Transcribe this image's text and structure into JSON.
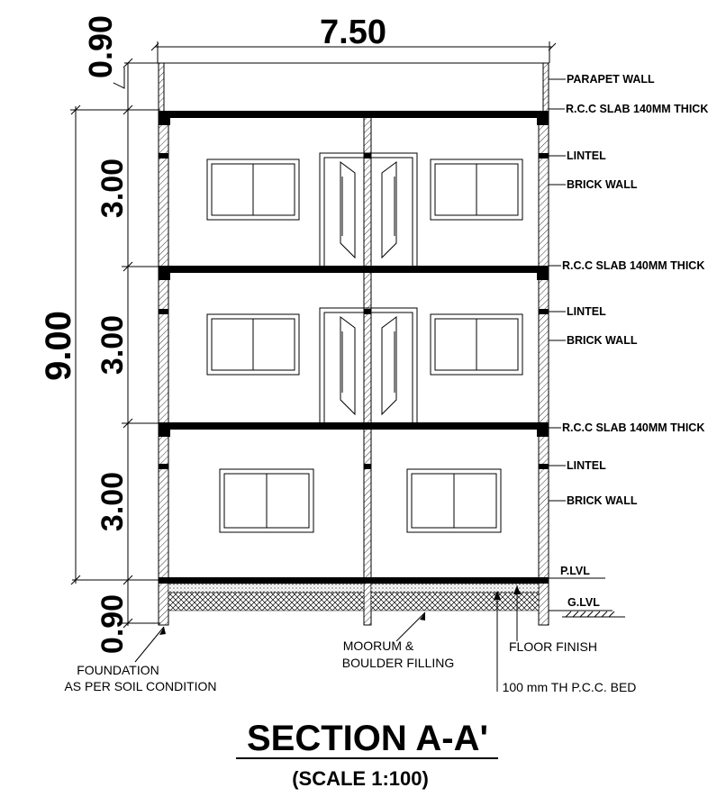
{
  "dimensions": {
    "total_width": "7.50",
    "parapet_height": "0.90",
    "total_height": "9.00",
    "floor_heights": [
      "3.00",
      "3.00",
      "3.00"
    ],
    "plinth_height": "0.90"
  },
  "labels": {
    "parapet_wall": "PARAPET WALL",
    "slabs": [
      "R.C.C SLAB 140MM THICK",
      "R.C.C SLAB 140MM THICK",
      "R.C.C SLAB 140MM THICK"
    ],
    "lintels": [
      "LINTEL",
      "LINTEL",
      "LINTEL"
    ],
    "brick_walls": [
      "BRICK WALL",
      "BRICK WALL",
      "BRICK WALL"
    ],
    "plinth_level": "P.LVL",
    "ground_level": "G.LVL"
  },
  "notes": {
    "foundation_line1": "FOUNDATION",
    "foundation_line2": "AS PER SOIL CONDITION",
    "filling_line1": "MOORUM &",
    "filling_line2": "BOULDER FILLING",
    "floor_finish": "FLOOR FINISH",
    "pcc_bed": "100 mm TH P.C.C. BED"
  },
  "title": {
    "main": "SECTION A-A'",
    "scale": "(SCALE 1:100)"
  }
}
